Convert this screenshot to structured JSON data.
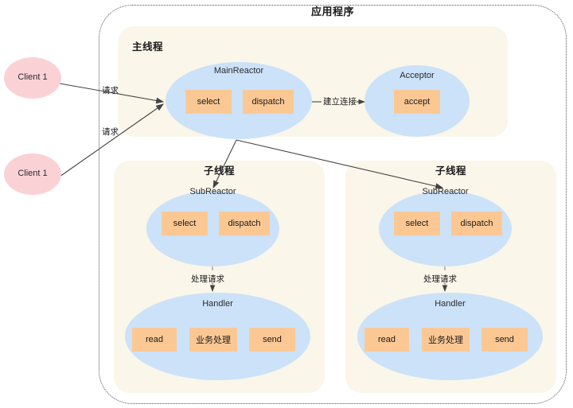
{
  "diagram": {
    "title": "应用程序",
    "clients": [
      {
        "label": "Client 1"
      },
      {
        "label": "Client 1"
      }
    ],
    "edges": {
      "request_1": "请求",
      "request_2": "请求",
      "establish_connection": "建立连接",
      "handle_request_1": "处理请求",
      "handle_request_2": "处理请求"
    },
    "main_thread": {
      "title": "主线程",
      "main_reactor": {
        "label": "MainReactor",
        "boxes": [
          {
            "label": "select"
          },
          {
            "label": "dispatch"
          }
        ]
      },
      "acceptor": {
        "label": "Acceptor",
        "boxes": [
          {
            "label": "accept"
          }
        ]
      }
    },
    "sub_threads": [
      {
        "title": "子线程",
        "sub_reactor": {
          "label": "SubReactor",
          "boxes": [
            {
              "label": "select"
            },
            {
              "label": "dispatch"
            }
          ]
        },
        "handler": {
          "label": "Handler",
          "boxes": [
            {
              "label": "read"
            },
            {
              "label": "业务处理"
            },
            {
              "label": "send"
            }
          ]
        }
      },
      {
        "title": "子线程",
        "sub_reactor": {
          "label": "SubReactor",
          "boxes": [
            {
              "label": "select"
            },
            {
              "label": "dispatch"
            }
          ]
        },
        "handler": {
          "label": "Handler",
          "boxes": [
            {
              "label": "read"
            },
            {
              "label": "业务处理"
            },
            {
              "label": "send"
            }
          ]
        }
      }
    ],
    "colors": {
      "canvas_background": "#ffffff",
      "panel_background": "#faf6ea",
      "ellipse_blue": "#cbe2f9",
      "ellipse_pink": "#fad2d5",
      "box_orange": "#fbc894",
      "boundary_stroke": "#555555",
      "arrow_stroke": "#444444",
      "text": "#1a1a1a"
    }
  }
}
